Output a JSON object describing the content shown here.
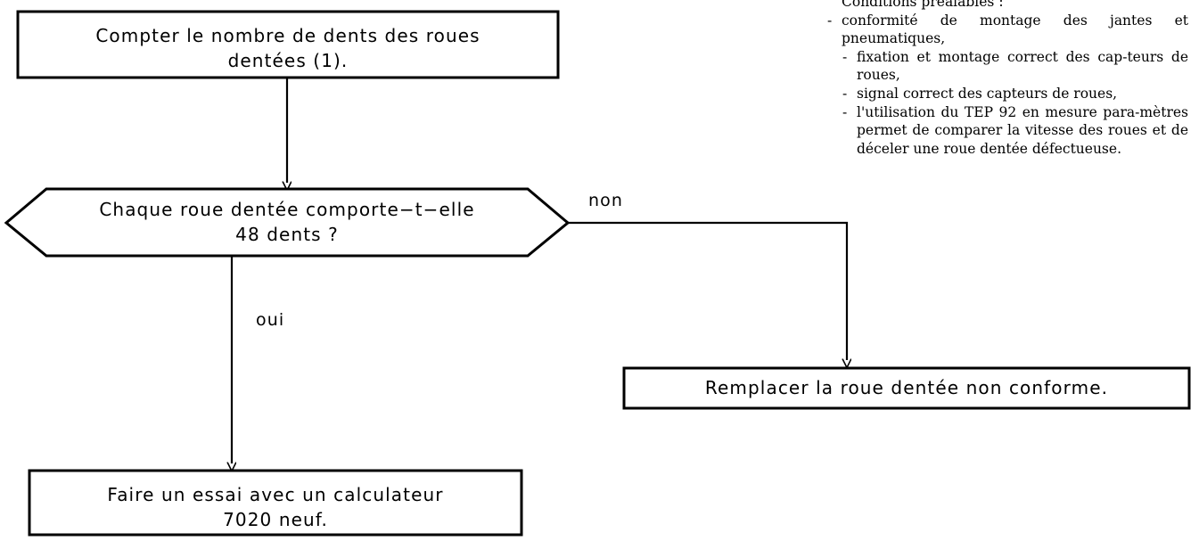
{
  "document": {
    "language": "fr",
    "kind": "flowchart-diagnostic-procedure"
  },
  "flowchart": {
    "nodes": [
      {
        "id": "count-teeth",
        "type": "process",
        "text": "Compter le nombre de dents des roues\ndentées (1)."
      },
      {
        "id": "decision-48-teeth",
        "type": "decision",
        "text": "Chaque roue dentée comporte−t−elle\n48 dents ?"
      },
      {
        "id": "replace-wheel",
        "type": "process",
        "text": "Remplacer la roue dentée non conforme."
      },
      {
        "id": "test-new-ecu",
        "type": "process",
        "text": "Faire un essai avec un calculateur\n7020 neuf."
      }
    ],
    "edges": [
      {
        "id": "edge-no",
        "label": "non",
        "from": "decision-48-teeth",
        "to": "replace-wheel"
      },
      {
        "id": "edge-yes",
        "label": "oui",
        "from": "decision-48-teeth",
        "to": "test-new-ecu"
      }
    ],
    "stroke_color": "#000000",
    "fill_color": "#ffffff"
  },
  "note": {
    "title": "Conditions préalables :",
    "items": [
      {
        "level": 1,
        "bullet": "-",
        "text": "conformité de montage des jantes et pneumatiques,"
      },
      {
        "level": 2,
        "bullet": "-",
        "text": "fixation et montage correct des cap-teurs de roues,"
      },
      {
        "level": 2,
        "bullet": "-",
        "text": "signal correct des capteurs de roues,"
      },
      {
        "level": 2,
        "bullet": "-",
        "text": "l'utilisation du TEP 92 en mesure para-mètres permet de comparer la vitesse des roues et de déceler une roue dentée défectueuse."
      }
    ]
  }
}
